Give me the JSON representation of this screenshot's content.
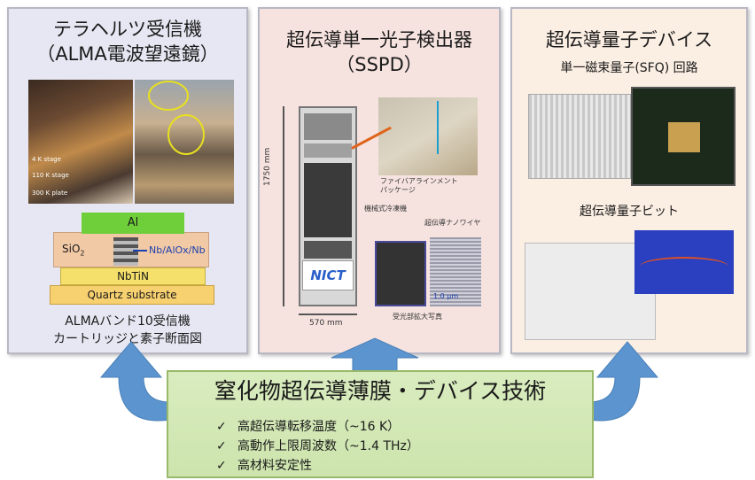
{
  "panel1": {
    "title_line1": "テラヘルツ受信機",
    "title_line2": "（ALMA電波望遠鏡）",
    "layer_al": "Al",
    "layer_sio2": "SiO",
    "layer_sio2_sub": "2",
    "layer_junction": "Nb/AlOx/Nb",
    "layer_nbtin": "NbTiN",
    "layer_quartz": "Quartz substrate",
    "stage_labels": [
      "4 K stage",
      "110 K stage",
      "300 K plate"
    ],
    "caption_line1": "ALMAバンド10受信機",
    "caption_line2": "カートリッジと素子断面図"
  },
  "panel2": {
    "title_line1": "超伝導単一光子検出器",
    "title_line2": "（SSPD）",
    "height_label": "1750 mm",
    "width_label": "570 mm",
    "logo": "NICT",
    "label_fiber": "ファイバアラインメント\nパッケージ",
    "label_cooler": "機械式冷凍機",
    "label_nanowire": "超伝導ナノワイヤ",
    "label_photo": "受光部拡大写真",
    "label_scale": "1.0 μm"
  },
  "panel3": {
    "title": "超伝導量子デバイス",
    "subtitle_sfq": "単一磁束量子(SFQ) 回路",
    "subtitle_qubit": "超伝導量子ビット"
  },
  "bottom": {
    "title": "窒化物超伝導薄膜・デバイス技術",
    "check_mark": "✓",
    "items": [
      "高超伝導転移温度（~16 K）",
      "高動作上限周波数（~1.4 THz）",
      "高材料安定性"
    ]
  },
  "colors": {
    "panel1_bg": "#e7e7f3",
    "panel2_bg": "#f6e3df",
    "panel3_bg": "#fbeee3",
    "bottom_bg": "#d9ecbf",
    "arrow": "#5b94cf"
  }
}
